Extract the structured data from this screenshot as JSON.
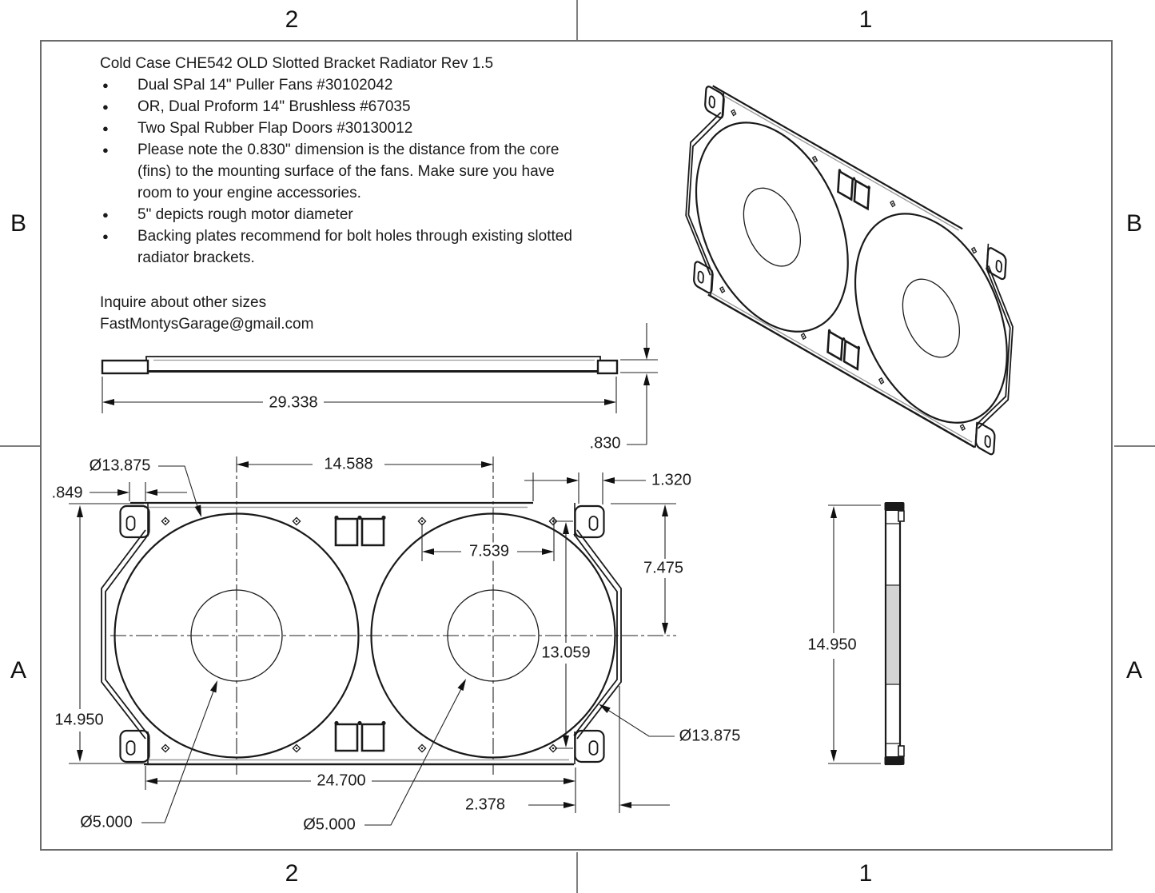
{
  "drawing": {
    "title": "Cold Case CHE542 OLD Slotted Bracket Radiator Rev 1.5",
    "notes": [
      "Dual SPal 14\" Puller Fans #30102042",
      "OR, Dual Proform 14\" Brushless #67035",
      "Two Spal Rubber Flap Doors #30130012",
      "Please note the 0.830\" dimension is the distance from the core (fins) to the mounting surface of the fans. Make sure you have room to your engine accessories.",
      "5\" depicts rough motor diameter",
      "Backing plates recommend for bolt holes through existing slotted radiator brackets."
    ],
    "bullet_glyph": "●",
    "contact": {
      "line1": "Inquire about other sizes",
      "line2": "FastMontysGarage@gmail.com"
    },
    "zones": {
      "col_left": "2",
      "col_right": "1",
      "row_upper": "B",
      "row_lower": "A"
    },
    "dims": {
      "side_length": "29.338",
      "core_offset": ".830",
      "fan_dia_top": "Ø13.875",
      "fan_spacing": "14.588",
      "edge_offset": ".849",
      "tab_width": "1.320",
      "hole_span": "7.539",
      "half_height": "7.475",
      "hole_height": "13.059",
      "overall_height": "14.950",
      "bottom_width": "24.700",
      "corner_offset": "2.378",
      "motor_dia_left": "Ø5.000",
      "motor_dia_right": "Ø5.000",
      "fan_dia_bottom": "Ø13.875",
      "profile_height": "14.950"
    },
    "line_color": "#1a1a1a"
  }
}
